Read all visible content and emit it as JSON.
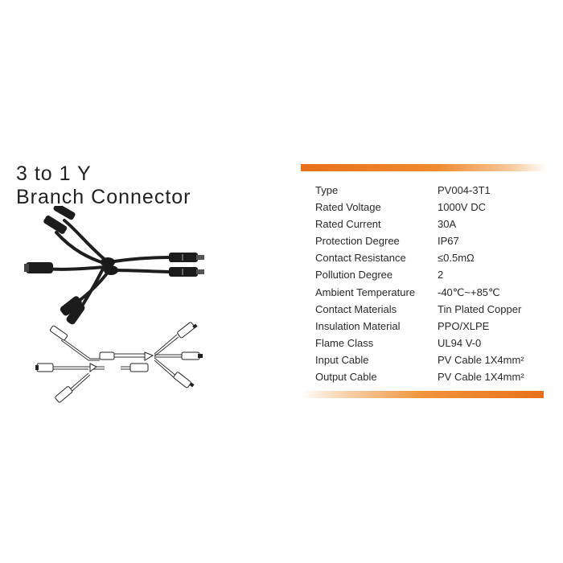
{
  "title": {
    "line1": "3 to 1 Y",
    "line2": "Branch Connector"
  },
  "colors": {
    "accent": "#e8701a",
    "cable": "#222222"
  },
  "images": {
    "photo": "branch-connector-photo",
    "drawing": "branch-connector-line-drawing"
  },
  "specs": [
    {
      "label": "Type",
      "value": "PV004-3T1"
    },
    {
      "label": "Rated Voltage",
      "value": "1000V DC"
    },
    {
      "label": "Rated Current",
      "value": "30A"
    },
    {
      "label": "Protection Degree",
      "value": "IP67"
    },
    {
      "label": "Contact Resistance",
      "value": "≤0.5mΩ"
    },
    {
      "label": "Pollution Degree",
      "value": "2"
    },
    {
      "label": "Ambient Temperature",
      "value": "-40℃~+85℃"
    },
    {
      "label": "Contact Materials",
      "value": "Tin Plated Copper"
    },
    {
      "label": "Insulation Material",
      "value": "PPO/XLPE"
    },
    {
      "label": "Flame Class",
      "value": "UL94 V-0"
    },
    {
      "label": "Input Cable",
      "value": "PV Cable 1X4mm²"
    },
    {
      "label": "Output Cable",
      "value": "PV Cable 1X4mm²"
    }
  ]
}
